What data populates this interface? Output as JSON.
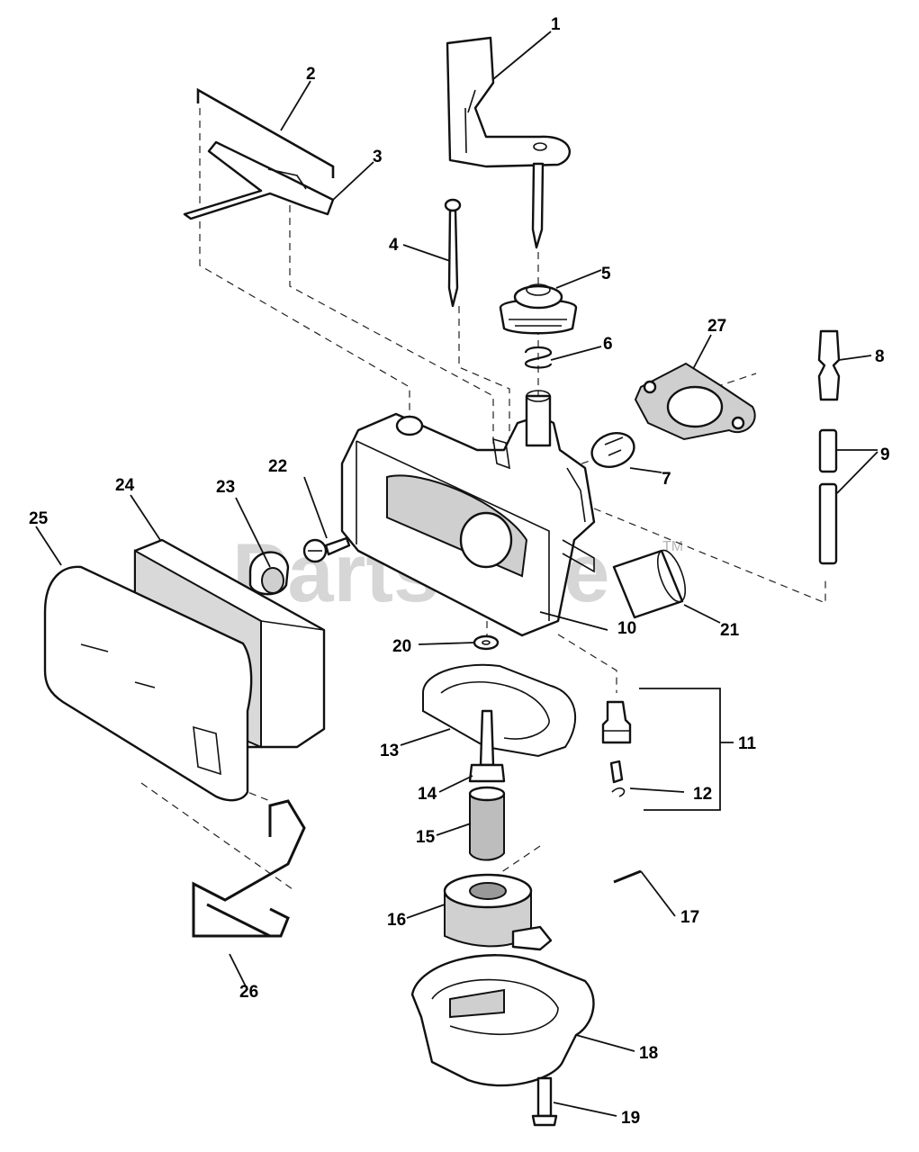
{
  "watermark": {
    "text": "PartsTree",
    "trademark": "TM"
  },
  "callouts": [
    "1",
    "2",
    "3",
    "4",
    "5",
    "6",
    "7",
    "8",
    "9",
    "10",
    "11",
    "12",
    "13",
    "14",
    "15",
    "16",
    "17",
    "18",
    "19",
    "20",
    "21",
    "22",
    "23",
    "24",
    "25",
    "26",
    "27"
  ]
}
